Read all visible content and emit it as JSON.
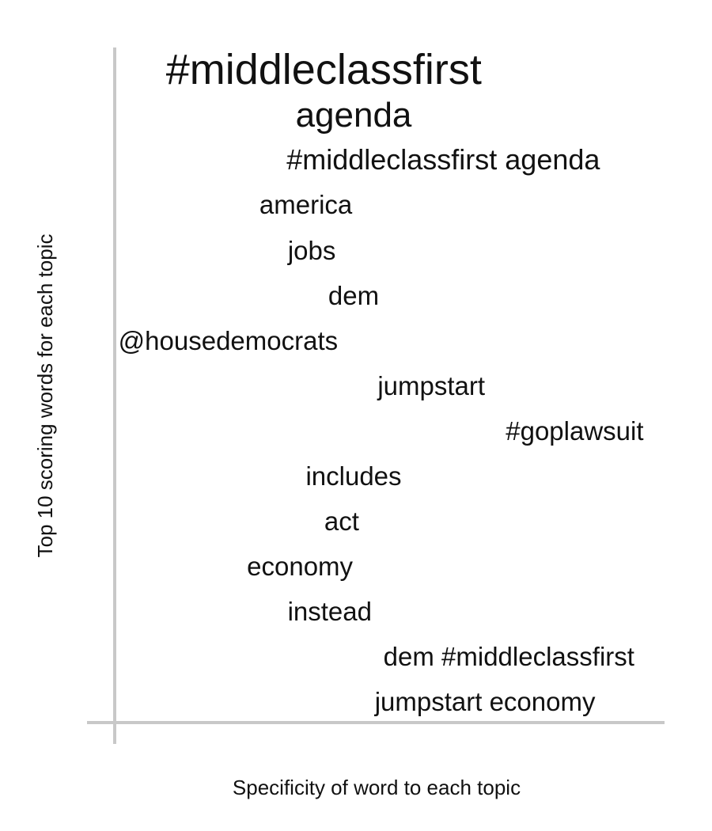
{
  "chart_data": {
    "type": "scatter",
    "xlabel": "Specificity of word to each topic",
    "ylabel": "Top 10 scoring words for each topic",
    "grid": false,
    "legend": "none",
    "axis_color": "#c8c8c8",
    "text_color": "#111111",
    "words": [
      {
        "label": "#middleclassfirst",
        "specificity": 0.35,
        "emphasis": 4
      },
      {
        "label": "agenda",
        "specificity": 0.4,
        "emphasis": 3
      },
      {
        "label": "#middleclassfirst agenda",
        "specificity": 0.55,
        "emphasis": 2
      },
      {
        "label": "america",
        "specificity": 0.32,
        "emphasis": 1
      },
      {
        "label": "jobs",
        "specificity": 0.33,
        "emphasis": 1
      },
      {
        "label": "dem",
        "specificity": 0.4,
        "emphasis": 1
      },
      {
        "label": "@housedemocrats",
        "specificity": 0.19,
        "emphasis": 1
      },
      {
        "label": "jumpstart",
        "specificity": 0.53,
        "emphasis": 1
      },
      {
        "label": "#goplawsuit",
        "specificity": 0.77,
        "emphasis": 1
      },
      {
        "label": "includes",
        "specificity": 0.4,
        "emphasis": 1
      },
      {
        "label": "act",
        "specificity": 0.38,
        "emphasis": 1
      },
      {
        "label": "economy",
        "specificity": 0.31,
        "emphasis": 1
      },
      {
        "label": "instead",
        "specificity": 0.36,
        "emphasis": 1
      },
      {
        "label": "dem #middleclassfirst",
        "specificity": 0.66,
        "emphasis": 1
      },
      {
        "label": "jumpstart economy",
        "specificity": 0.62,
        "emphasis": 1
      }
    ]
  }
}
